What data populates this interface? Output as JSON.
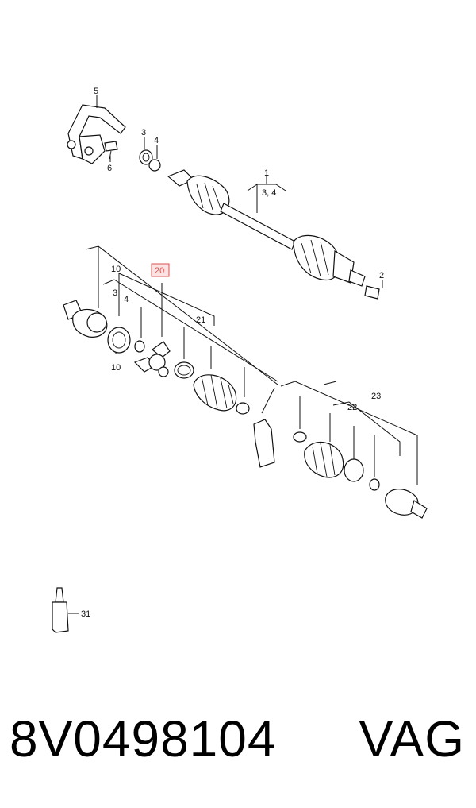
{
  "diagram": {
    "labels": {
      "l1": "1",
      "l34_top": "3, 4",
      "l2": "2",
      "l3_top": "3",
      "l4_top": "4",
      "l5": "5",
      "l6": "6",
      "l10_top": "10",
      "l20": "20",
      "l3_mid": "3",
      "l4_mid": "4",
      "l21": "21",
      "l10_bottom": "10",
      "l23": "23",
      "l22": "22",
      "l31": "31"
    },
    "highlight_color": "#d9534f"
  },
  "footer": {
    "part_number": "8V0498104",
    "brand": "VAG"
  }
}
